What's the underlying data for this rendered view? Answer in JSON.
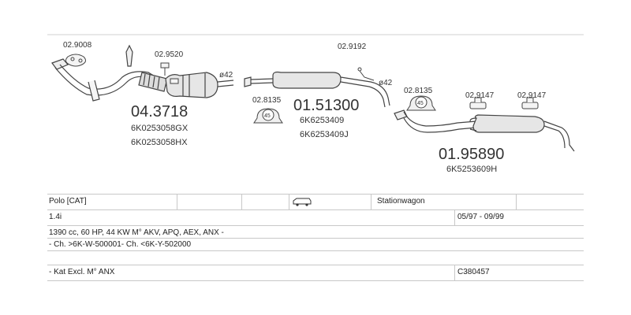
{
  "parts": {
    "p1": {
      "code": "02.9008"
    },
    "p2": {
      "code": "02.9520"
    },
    "p3": {
      "code": "02.9192"
    },
    "p4": {
      "code": "02.8135"
    },
    "p5": {
      "code": "02.8135"
    },
    "p6": {
      "code": "02.9147"
    },
    "p7": {
      "code": "02.9147"
    },
    "d1": "ø42",
    "d2": "ø42",
    "clamp_size": "45"
  },
  "groups": {
    "g1": {
      "number": "04.3718",
      "oem1": "6K0253058GX",
      "oem2": "6K0253058HX"
    },
    "g2": {
      "number": "01.51300",
      "oem1": "6K6253409",
      "oem2": "6K6253409J"
    },
    "g3": {
      "number": "01.95890",
      "oem1": "6K5253609H"
    }
  },
  "table": {
    "model": "Polo   [CAT]",
    "body": "Stationwagon",
    "engine": "1.4i",
    "years": "05/97 - 09/99",
    "spec": "1390 cc, 60 HP, 44 KW M° AKV, APQ, AEX, ANX -",
    "chassis": "- Ch. >6K-W-500001- Ch. <6K-Y-502000",
    "note": "- Kat Excl. M° ANX",
    "ref": "C380457"
  },
  "icons": {
    "car": "station-wagon-icon"
  }
}
